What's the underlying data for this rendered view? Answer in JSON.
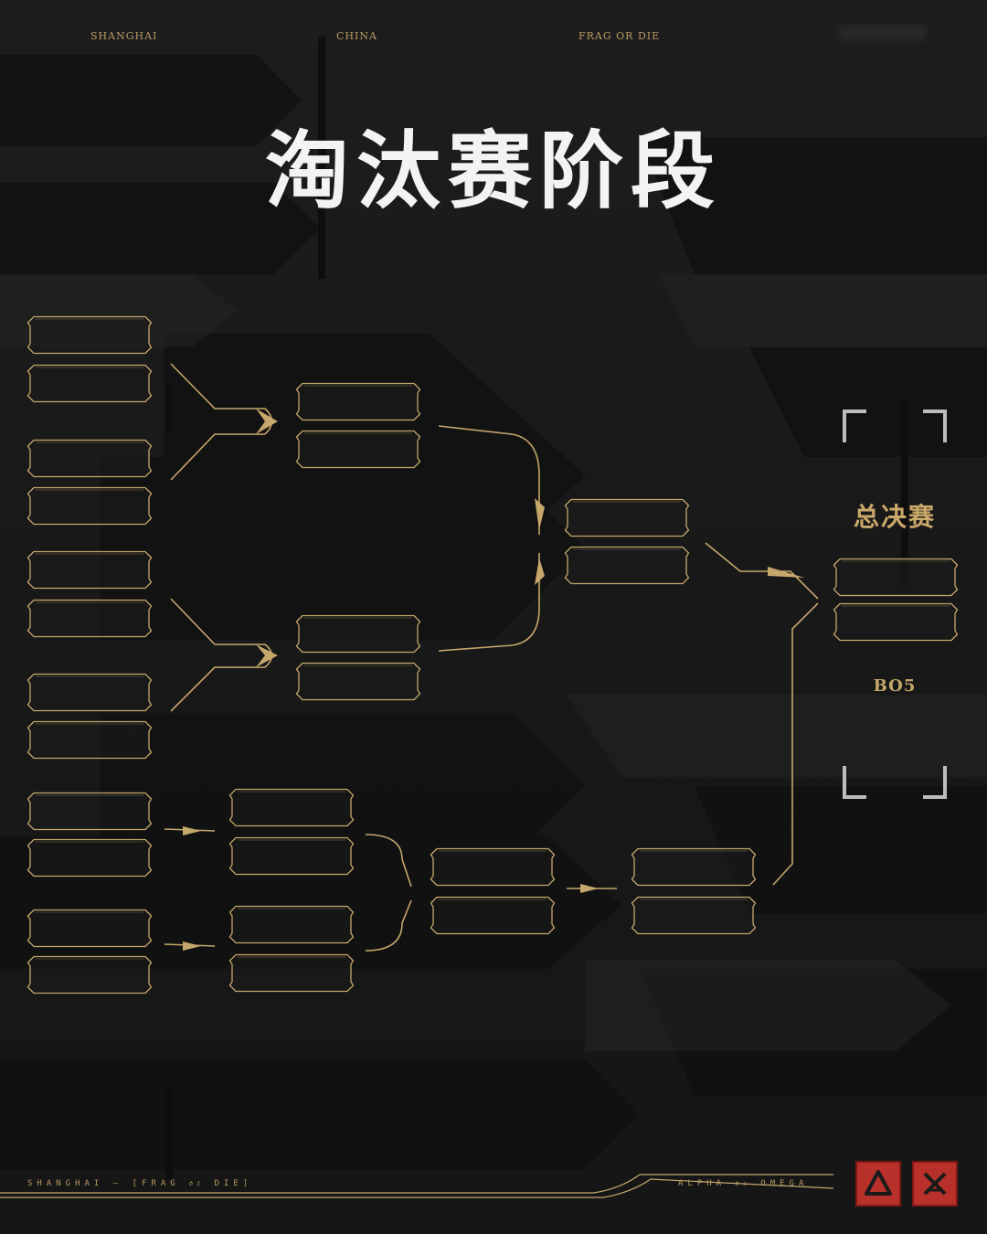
{
  "header": {
    "left_text": "SHANGHAI",
    "center_text": "CHINA",
    "right_text": "FRAG OR DIE"
  },
  "title": "淘汰赛阶段",
  "finals": {
    "label": "总决赛",
    "format": "BO5"
  },
  "footer": {
    "left_text": "SHANGHAI — [FRAG 𝔬𝔯 DIE]",
    "right_text": "ALPHA 𝔳𝔰 OMEGA"
  },
  "colors": {
    "background": "#191919",
    "accent_gold": "#c6a76c",
    "title_white": "#f3f3f3",
    "logo_red": "#b8302a"
  },
  "logos": [
    "alpha-logo-icon",
    "omega-logo-icon"
  ]
}
